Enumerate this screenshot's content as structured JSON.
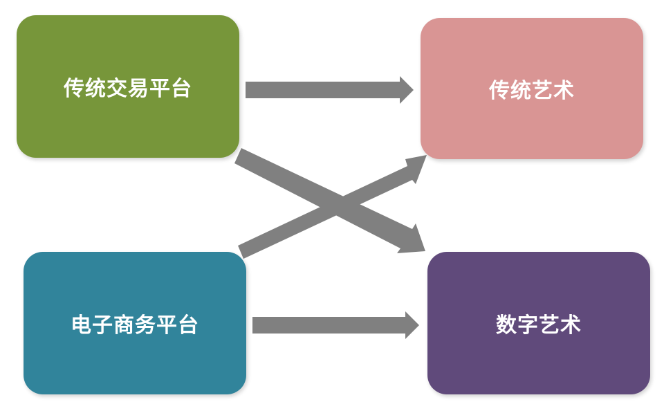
{
  "nodes": {
    "traditional_platform": {
      "label": "传统交易平台",
      "color": "#77963a"
    },
    "ecommerce_platform": {
      "label": "电子商务平台",
      "color": "#31849b"
    },
    "traditional_art": {
      "label": "传统艺术",
      "color": "#d99594"
    },
    "digital_art": {
      "label": "数字艺术",
      "color": "#604a7b"
    }
  },
  "arrow_color": "#808080",
  "edges": [
    {
      "from": "traditional_platform",
      "to": "traditional_art"
    },
    {
      "from": "traditional_platform",
      "to": "digital_art"
    },
    {
      "from": "ecommerce_platform",
      "to": "traditional_art"
    },
    {
      "from": "ecommerce_platform",
      "to": "digital_art"
    }
  ]
}
